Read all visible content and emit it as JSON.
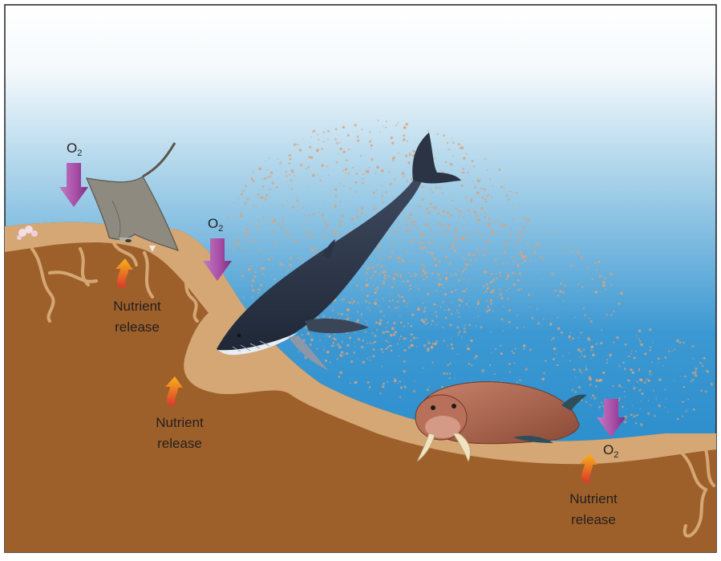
{
  "labels": {
    "o2_main": "O",
    "o2_sub": "2",
    "nutrient_line1": "Nutrient",
    "nutrient_line2": "release"
  },
  "colors": {
    "water_top": "#ffffff",
    "water_bottom": "#1f86c8",
    "sediment_dark": "#a0612b",
    "sediment_light": "#d6a976",
    "o2_arrow": "#a64ca6",
    "nutrient_arrow_top": "#f7a21b",
    "nutrient_arrow_bottom": "#e0402a",
    "plume": "#d9a37a"
  },
  "icons": {
    "ray": "eagle-ray-icon",
    "whale": "humpback-whale-icon",
    "walrus": "walrus-icon",
    "o2_arrow": "down-arrow-icon",
    "nutrient_arrow": "up-curved-arrow-icon"
  }
}
